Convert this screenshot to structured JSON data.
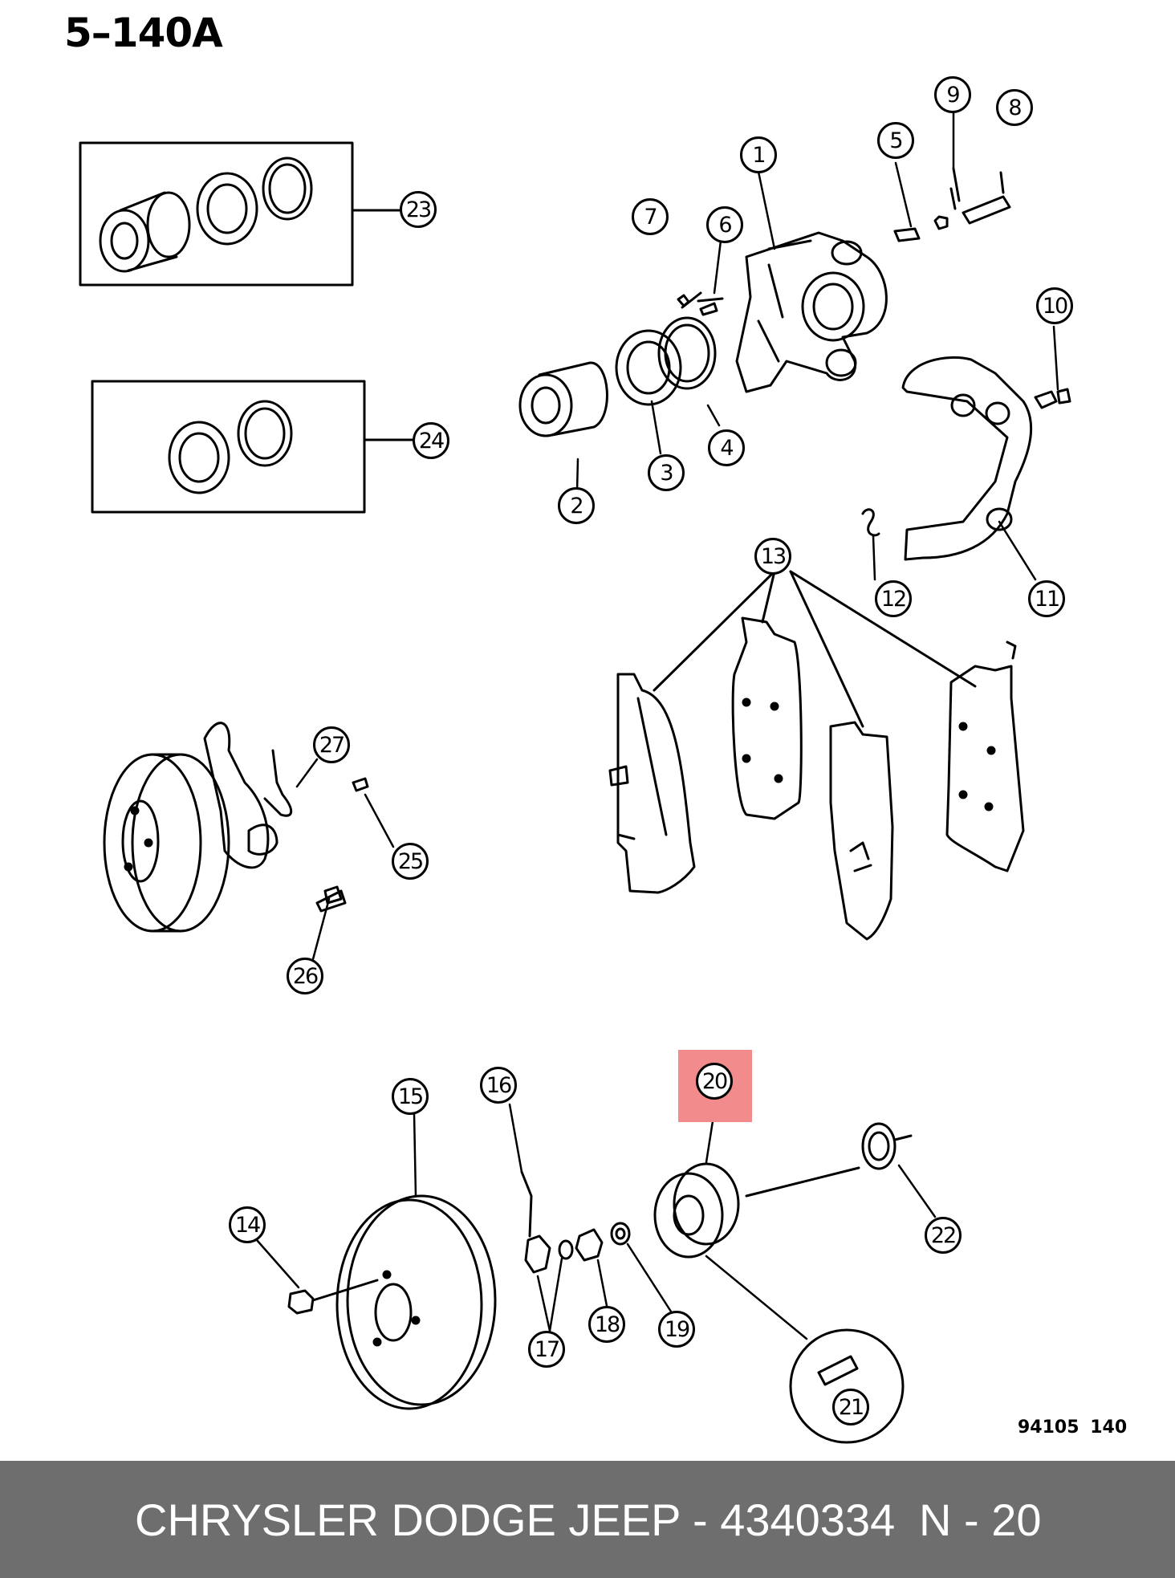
{
  "header": {
    "page_code": "5–140A"
  },
  "diagram_ref": "94105  140",
  "callouts": [
    {
      "id": "callout-1",
      "label": "1"
    },
    {
      "id": "callout-2",
      "label": "2"
    },
    {
      "id": "callout-3",
      "label": "3"
    },
    {
      "id": "callout-4",
      "label": "4"
    },
    {
      "id": "callout-5",
      "label": "5"
    },
    {
      "id": "callout-6",
      "label": "6"
    },
    {
      "id": "callout-7",
      "label": "7"
    },
    {
      "id": "callout-8",
      "label": "8"
    },
    {
      "id": "callout-9",
      "label": "9"
    },
    {
      "id": "callout-10",
      "label": "10"
    },
    {
      "id": "callout-11",
      "label": "11"
    },
    {
      "id": "callout-12",
      "label": "12"
    },
    {
      "id": "callout-13",
      "label": "13"
    },
    {
      "id": "callout-14",
      "label": "14"
    },
    {
      "id": "callout-15",
      "label": "15"
    },
    {
      "id": "callout-16",
      "label": "16"
    },
    {
      "id": "callout-17",
      "label": "17"
    },
    {
      "id": "callout-18",
      "label": "18"
    },
    {
      "id": "callout-19",
      "label": "19"
    },
    {
      "id": "callout-20",
      "label": "20"
    },
    {
      "id": "callout-21",
      "label": "21"
    },
    {
      "id": "callout-22",
      "label": "22"
    },
    {
      "id": "callout-23",
      "label": "23"
    },
    {
      "id": "callout-24",
      "label": "24"
    },
    {
      "id": "callout-25",
      "label": "25"
    },
    {
      "id": "callout-26",
      "label": "26"
    },
    {
      "id": "callout-27",
      "label": "27"
    }
  ],
  "highlight": {
    "label": "20",
    "color": "#f28b8b"
  },
  "footer": {
    "brand_part": "CHRYSLER DODGE JEEP - 4340334",
    "ref": "N - 20",
    "background": "#6e6e6e"
  }
}
